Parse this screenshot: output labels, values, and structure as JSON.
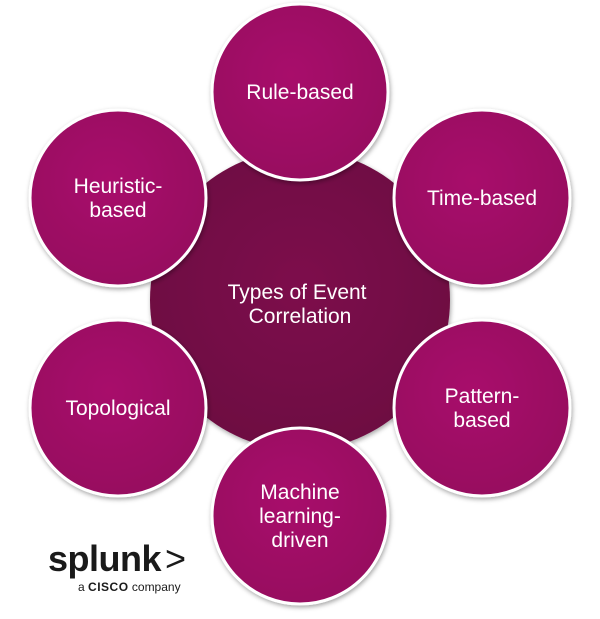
{
  "diagram": {
    "center": {
      "lines": [
        "Types of Event",
        "Correlation"
      ],
      "color": "#7a0d4a"
    },
    "node_color": "#a30d67",
    "node_border": "#ffffff",
    "nodes": [
      {
        "id": "rule-based",
        "lines": [
          "Rule-based"
        ]
      },
      {
        "id": "time-based",
        "lines": [
          "Time-based"
        ]
      },
      {
        "id": "pattern-based",
        "lines": [
          "Pattern-",
          "based"
        ]
      },
      {
        "id": "machine-learning-driven",
        "lines": [
          "Machine",
          "learning-",
          "driven"
        ]
      },
      {
        "id": "topological",
        "lines": [
          "Topological"
        ]
      },
      {
        "id": "heuristic-based",
        "lines": [
          "Heuristic-",
          "based"
        ]
      }
    ]
  },
  "logo": {
    "wordmark": "splunk",
    "chevron": ">",
    "tagline_prefix": "a",
    "tagline_brand": "CISCO",
    "tagline_suffix": "company"
  }
}
